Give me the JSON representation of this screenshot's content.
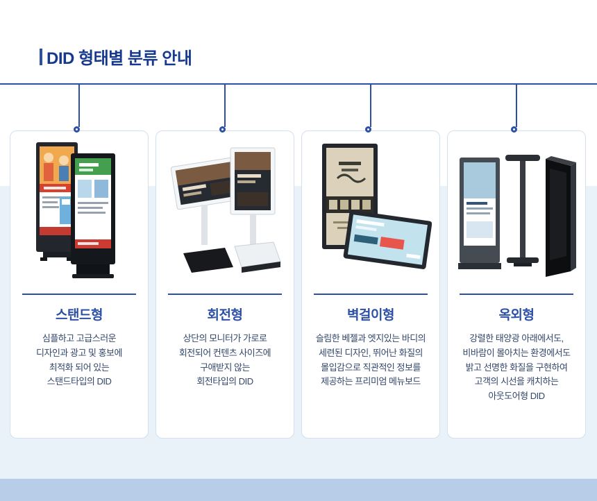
{
  "page": {
    "title": "DID 형태별 분류 안내"
  },
  "colors": {
    "accent_blue": "#2b50a5",
    "heading_navy": "#16388e",
    "body_text": "#33466b",
    "background_light": "#e9f1f9",
    "bottom_band": "#b7cde8",
    "card_border": "#d4e0ee"
  },
  "cards": [
    {
      "title": "스탠드형",
      "description": "심플하고 고급스러운\n디자인과 광고 및 홍보에\n최적화 되어 있는\n스탠드타입의 DID",
      "image": "stand-type-kiosk-photo"
    },
    {
      "title": "회전형",
      "description": "상단의 모니터가 가로로\n회전되어 컨텐츠 사이즈에\n구애받지 않는\n회전타입의 DID",
      "image": "rotating-type-kiosk-photo"
    },
    {
      "title": "벽걸이형",
      "description": "슬림한 베젤과 엣지있는 바디의\n세련된 디자인, 뛰어난 화질의\n몰입감으로 직관적인 정보를\n제공하는 프리미엄 메뉴보드",
      "image": "wall-mount-type-photo"
    },
    {
      "title": "옥외형",
      "description": "강렬한 태양광 아래에서도,\n비바람이 몰아치는 환경에서도\n밝고 선명한 화질을 구현하여\n고객의 시선을 캐치하는\n아웃도어형 DID",
      "image": "outdoor-type-kiosk-photo"
    }
  ]
}
